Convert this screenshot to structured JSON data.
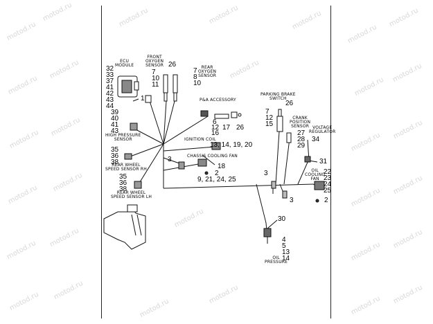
{
  "watermark": "motod.ru",
  "captions": {
    "ecu": "ECU\nMODULE",
    "front_o2": "FRONT\nOXYGEN\nSENSOR",
    "rear_o2": "REAR\nOXYGEN\nSENSOR",
    "pa": "P&A ACCESSORY",
    "parking": "PARKING BRAKE\nSWITCH",
    "crank": "CRANK\nPOSITION\nSENSOR",
    "voltage": "VOLTAGE\nREGULATOR",
    "hps": "HIGH PRESSURE\nSENSOR",
    "ignition": "IGNITION COIL",
    "chassis_fan": "CHASSIS COOLING FAN",
    "oil_fan": "OIL\nCOOLING\nFAN",
    "rws_rh": "REAR WHEEL\nSPEED SENSOR RH",
    "rws_lh": "REAR WHEEL\nSPEED SENSOR LH",
    "oil_pressure": "OIL\nPRESSURE"
  },
  "numbers": {
    "ecu_stack": [
      "32",
      "33",
      "37",
      "41",
      "42",
      "43",
      "44"
    ],
    "ecu_1": "1",
    "front_26": "26",
    "front_stack": [
      "7",
      "10",
      "11"
    ],
    "rear_stack": [
      "7",
      "8",
      "10"
    ],
    "pa_6": "6",
    "pa_12": "12",
    "pa_16": "16",
    "pa_17": "17",
    "pa_26": "26",
    "parking_26": "26",
    "parking_stack": [
      "7",
      "12",
      "15"
    ],
    "crank_stack": [
      "27",
      "28",
      "29"
    ],
    "voltage_34": "34",
    "voltage_31": "31",
    "hps_stack": [
      "39",
      "40",
      "41",
      "43"
    ],
    "ign_list": "13, 14, 19, 20",
    "fan_18": "18",
    "fan_2": "2",
    "fan_list": "9, 21, 24, 25",
    "left_3": "3",
    "mid_3": "3",
    "lower_3": "3",
    "rws_rh_stack": [
      "35",
      "36",
      "38"
    ],
    "rws_lh_stack": [
      "35",
      "36",
      "38"
    ],
    "oil_fan_stack": [
      "22",
      "23",
      "24",
      "25"
    ],
    "right_2": "2",
    "oil_30": "30",
    "oil_stack": [
      "4",
      "5",
      "13",
      "14"
    ]
  }
}
